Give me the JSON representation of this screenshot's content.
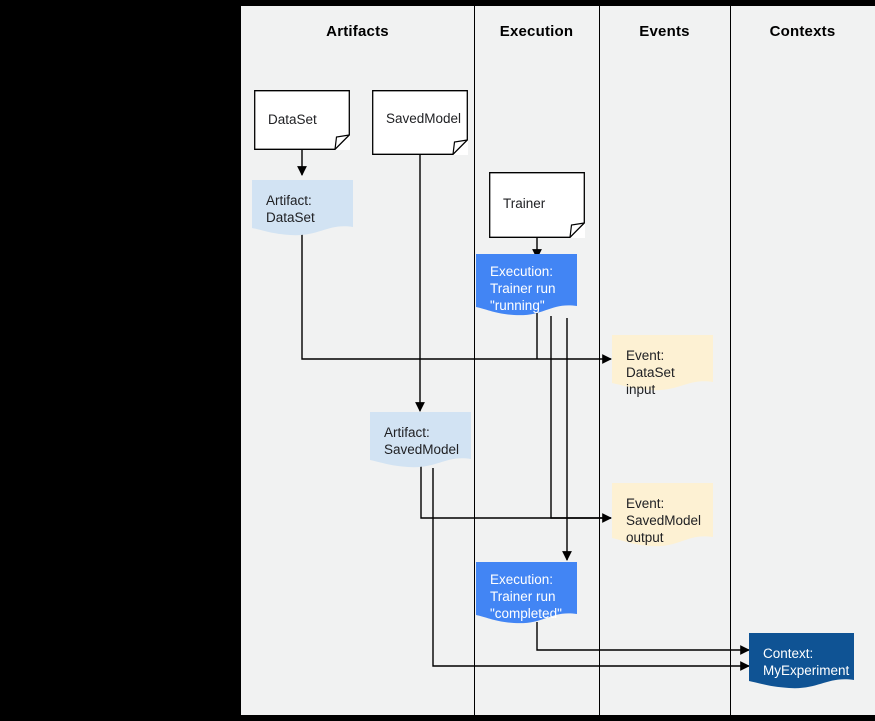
{
  "diagram": {
    "title": "ML Metadata lifecycle diagram",
    "background_color": "#000000",
    "panel_color": "#f1f2f2",
    "lanes": [
      {
        "name": "artifacts",
        "label": "Artifacts"
      },
      {
        "name": "execution",
        "label": "Execution"
      },
      {
        "name": "events",
        "label": "Events"
      },
      {
        "name": "contexts",
        "label": "Contexts"
      }
    ],
    "colors": {
      "artifact_fill": "#d2e3f3",
      "execution_fill": "#4285f4",
      "event_fill": "#fdf1d3",
      "context_fill": "#0f5394",
      "component_fill": "#ffffff",
      "stroke": "#000000",
      "lane_header_text": "#000000"
    },
    "nodes": [
      {
        "name": "dataset-component",
        "label": "DataSet",
        "type": "component",
        "lane": "artifacts"
      },
      {
        "name": "savedmodel-component",
        "label": "SavedModel",
        "type": "component",
        "lane": "artifacts"
      },
      {
        "name": "trainer-component",
        "label": "Trainer",
        "type": "component",
        "lane": "execution"
      },
      {
        "name": "artifact-dataset",
        "label": "Artifact:\nDataSet",
        "type": "artifact",
        "lane": "artifacts"
      },
      {
        "name": "artifact-savedmodel",
        "label": "Artifact:\nSavedModel",
        "type": "artifact",
        "lane": "artifacts"
      },
      {
        "name": "execution-running",
        "label": "Execution:\nTrainer run\n\"running\"",
        "type": "execution",
        "lane": "execution"
      },
      {
        "name": "execution-completed",
        "label": "Execution:\nTrainer run\n\"completed\"",
        "type": "execution",
        "lane": "execution"
      },
      {
        "name": "event-dataset-input",
        "label": "Event:\nDataSet input",
        "type": "event",
        "lane": "events"
      },
      {
        "name": "event-savedmodel-output",
        "label": "Event:\nSavedModel\noutput",
        "type": "event",
        "lane": "events"
      },
      {
        "name": "context-myexperiment",
        "label": "Context:\nMyExperiment",
        "type": "context",
        "lane": "contexts"
      }
    ]
  }
}
